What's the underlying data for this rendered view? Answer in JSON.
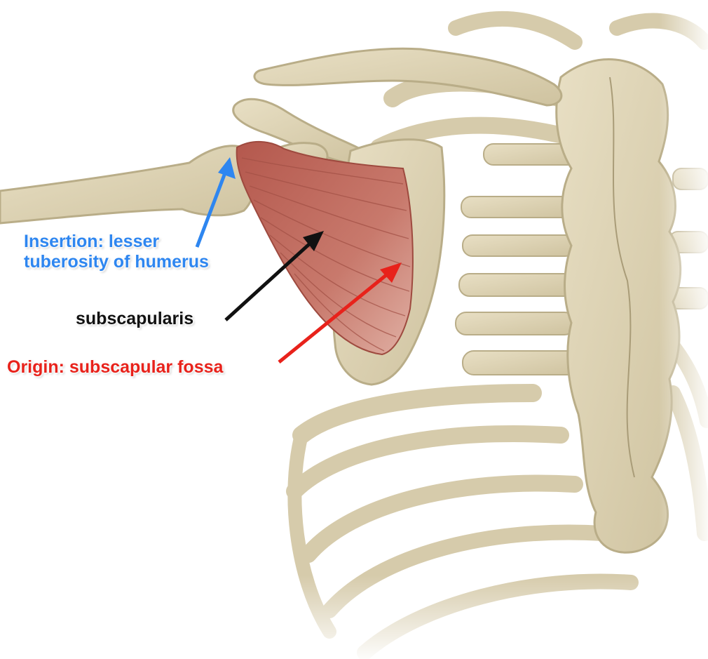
{
  "labels": {
    "insertion_line1": "Insertion: lesser",
    "insertion_line2": "tuberosity of humerus",
    "muscle": "subscapularis",
    "origin": "Origin: subscapular fossa"
  },
  "colors": {
    "insertion": "#2e86f0",
    "muscle": "#111111",
    "origin": "#e8221b",
    "bone": "#dcd2b3",
    "bone_shadow": "#b9ad88",
    "muscle_fill": "#c06a5e"
  },
  "icons": {
    "insertion_arrow": "arrow-icon",
    "muscle_arrow": "arrow-icon",
    "origin_arrow": "arrow-icon"
  }
}
